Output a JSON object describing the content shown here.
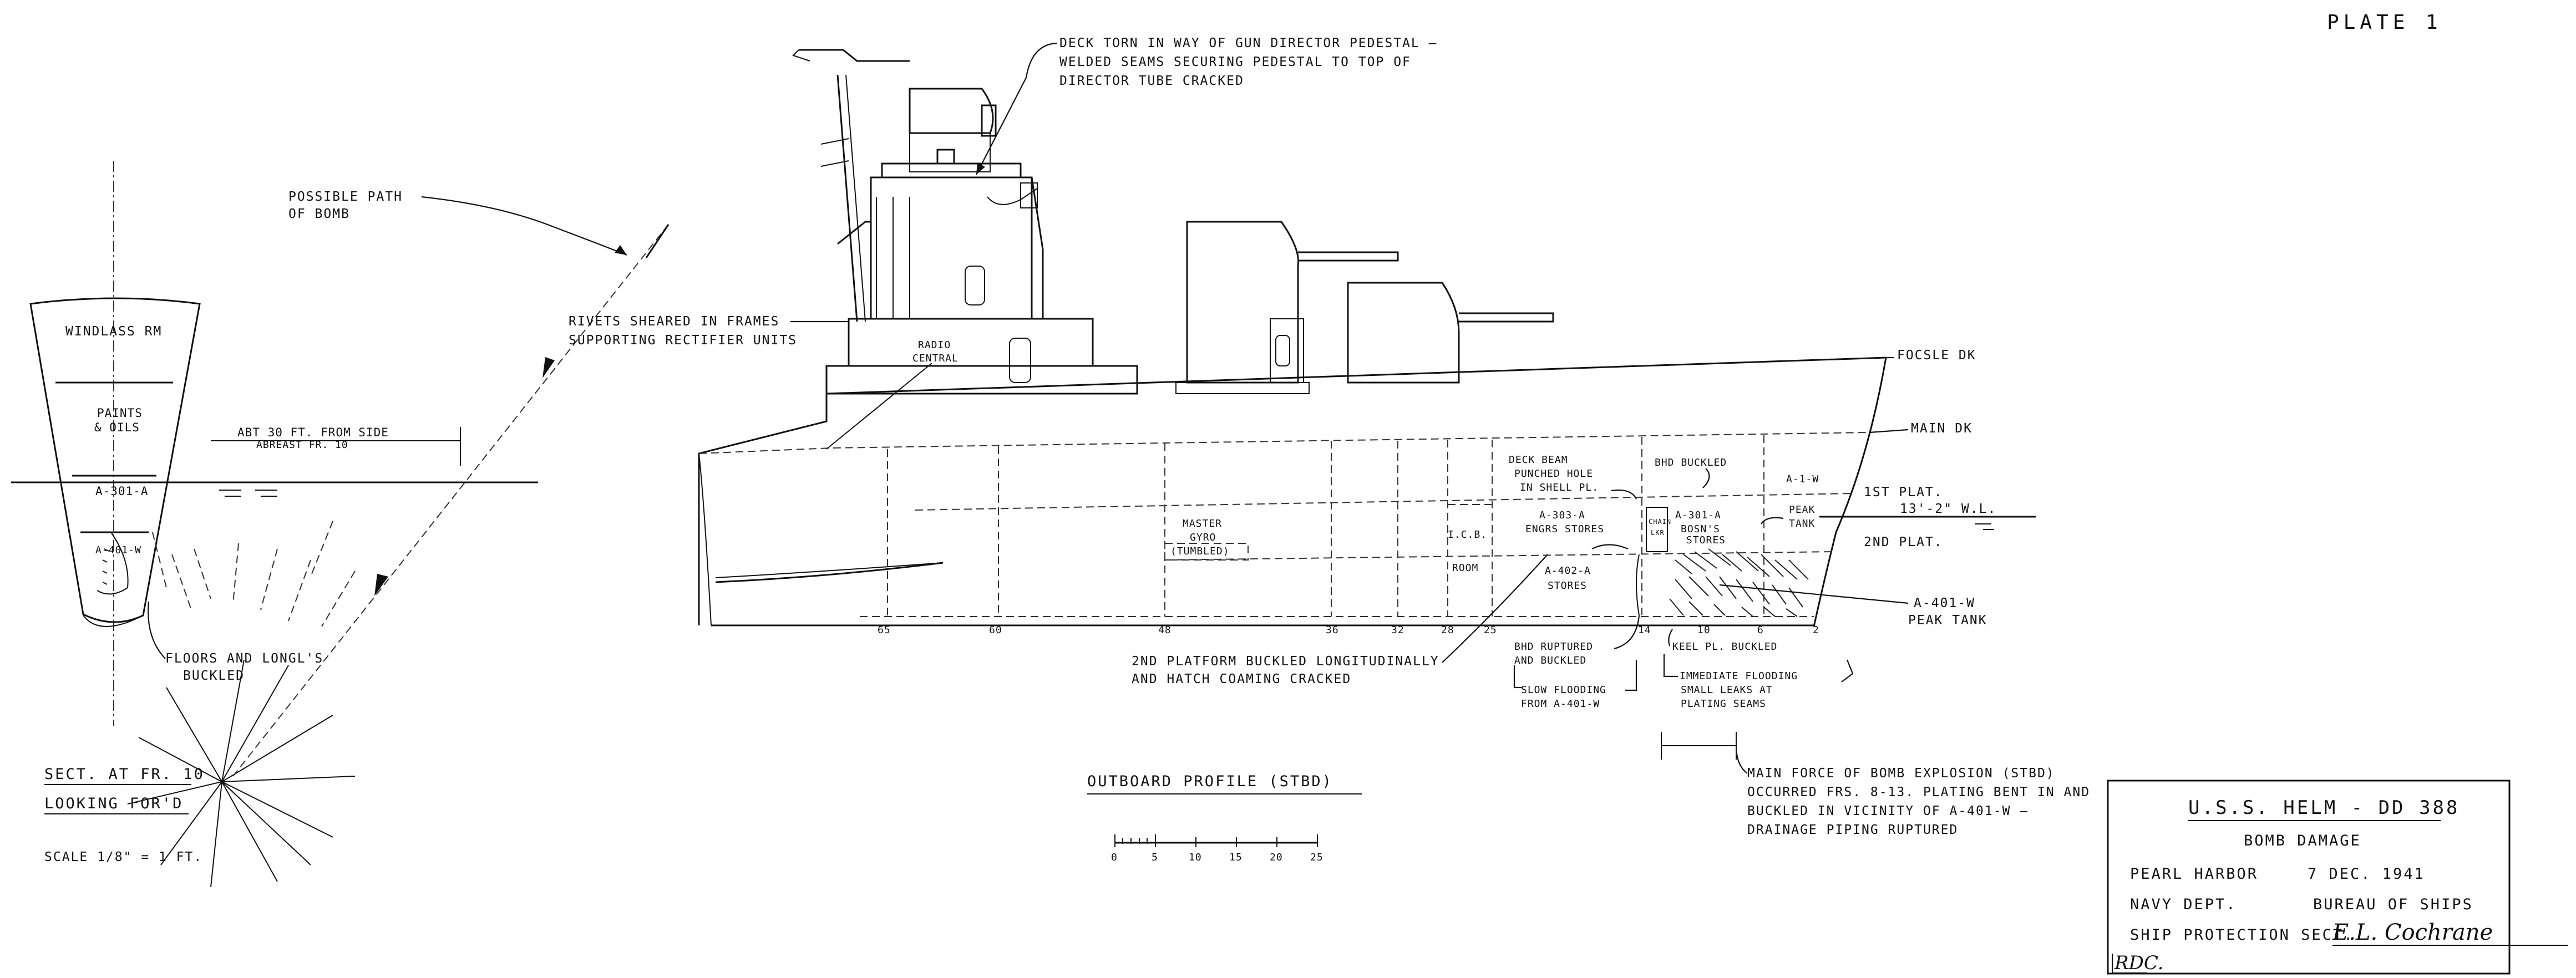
{
  "plate": "PLATE 1",
  "section": {
    "windlass": "WINDLASS RM",
    "paints_1": "PAINTS",
    "paints_2": "& OILS",
    "a301a": "A-301-A",
    "a401w": "A-401-W",
    "abt_1": "ABT 30 FT. FROM SIDE",
    "abt_2": "ABREAST FR. 10",
    "path_1": "POSSIBLE PATH",
    "path_2": "OF BOMB",
    "floors_1": "FLOORS AND LONGL'S",
    "floors_2": "BUCKLED",
    "title_1": "SECT. AT FR. 10",
    "title_2": "LOOKING FOR'D",
    "scale": "SCALE 1/8\" = 1 FT."
  },
  "profile": {
    "deck_torn_1": "DECK TORN IN WAY OF GUN DIRECTOR PEDESTAL —",
    "deck_torn_2": "WELDED SEAMS SECURING PEDESTAL TO TOP OF",
    "deck_torn_3": "DIRECTOR TUBE CRACKED",
    "rivets_1": "RIVETS SHEARED IN FRAMES",
    "rivets_2": "SUPPORTING RECTIFIER UNITS",
    "radio_1": "RADIO",
    "radio_2": "CENTRAL",
    "fcsle": "FOCSLE DK",
    "main_dk": "MAIN DK",
    "plat1": "1ST PLAT.",
    "plat2": "2ND PLAT.",
    "wl": "13'-2\" W.L.",
    "master_1": "MASTER",
    "master_2": "GYRO",
    "master_3": "(TUMBLED)",
    "icb": "I.C.B.",
    "room": "ROOM",
    "deckbeam_1": "DECK BEAM",
    "deckbeam_2": "PUNCHED HOLE",
    "deckbeam_3": "IN SHELL PL.",
    "a303a_1": "A-303-A",
    "a303a_2": "ENGRS STORES",
    "a402a_1": "A-402-A",
    "a402a_2": "STORES",
    "bhd_buckled": "BHD BUCKLED",
    "a1w": "A-1-W",
    "peak_1": "PEAK",
    "peak_2": "TANK",
    "a301a_1": "A-301-A",
    "a301a_2": "BOSN'S",
    "a301a_3": "STORES",
    "chain_1": "CHAIN",
    "chain_2": "LKR",
    "a401w_1": "A-401-W",
    "a401w_2": "PEAK TANK",
    "keel": "KEEL PL. BUCKLED",
    "bhd_rupt_1": "BHD RUPTURED",
    "bhd_rupt_2": "AND BUCKLED",
    "slow_1": "SLOW FLOODING",
    "slow_2": "FROM A-401-W",
    "immed_1": "IMMEDIATE FLOODING",
    "immed_2": "SMALL LEAKS AT",
    "immed_3": "PLATING SEAMS",
    "platform_1": "2ND PLATFORM BUCKLED LONGITUDINALLY",
    "platform_2": "AND HATCH COAMING CRACKED",
    "main_force_1": "MAIN FORCE OF BOMB EXPLOSION (STBD)",
    "main_force_2": "OCCURRED FRS. 8-13. PLATING BENT IN AND",
    "main_force_3": "BUCKLED IN VICINITY OF A-401-W —",
    "main_force_4": "DRAINAGE PIPING RUPTURED",
    "frames": [
      "65",
      "60",
      "48",
      "36",
      "32",
      "28",
      "25",
      "14",
      "10",
      "6",
      "2"
    ],
    "title": "OUTBOARD PROFILE (STBD)",
    "scale_ticks": [
      "0",
      "5",
      "10",
      "15",
      "20",
      "25"
    ]
  },
  "title_block": {
    "ship": "U.S.S. HELM - DD 388",
    "subject": "BOMB DAMAGE",
    "place": "PEARL HARBOR",
    "date": "7 DEC. 1941",
    "dept": "NAVY DEPT.",
    "bureau": "BUREAU OF SHIPS",
    "section": "SHIP PROTECTION SECT.",
    "signature": "E.L. Cochrane",
    "initials": "RDC."
  }
}
